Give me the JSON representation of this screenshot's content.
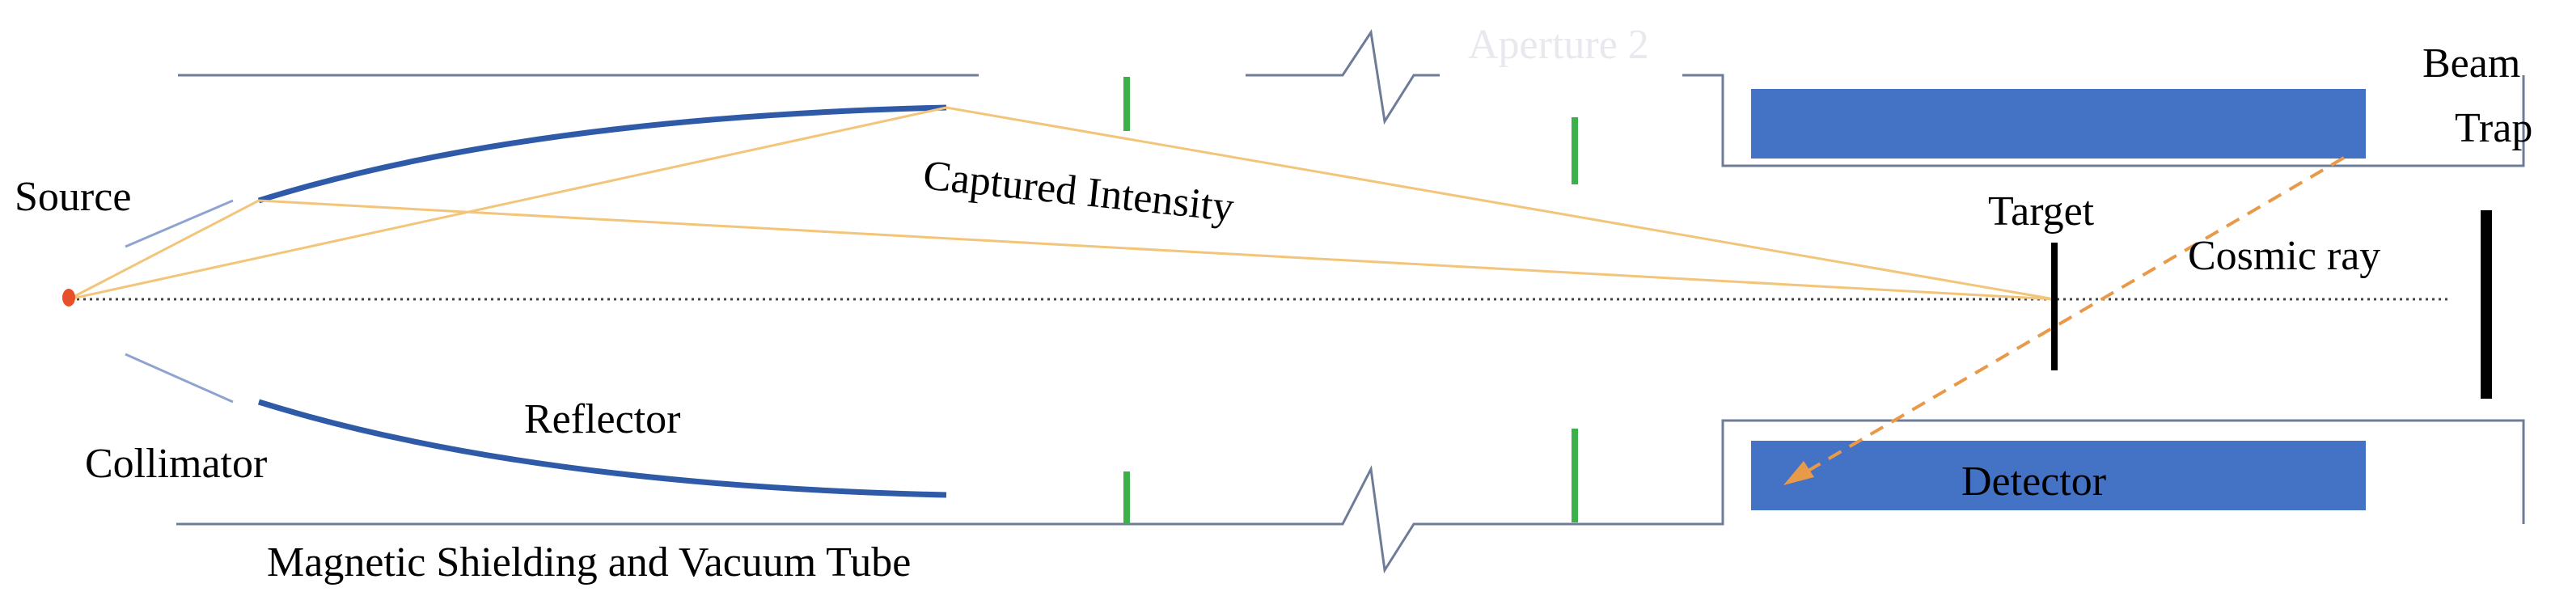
{
  "labels": {
    "source": "Source",
    "collimator": "Collimator",
    "reflector": "Reflector",
    "captured_intensity": "Captured Intensity",
    "shielding": "Magnetic Shielding and Vacuum Tube",
    "aperture": "Aperture 2",
    "target": "Target",
    "beam": "Beam",
    "trap": "Trap",
    "cosmic_ray": "Cosmic ray",
    "detector": "Detector"
  },
  "colors": {
    "reflector": "#2e5aa8",
    "ray": "#f2c57a",
    "cosmic_ray": "#e89a4a",
    "aperture": "#3cb04a",
    "tube": "#6f7c98",
    "block": "#4472c4",
    "source": "#e8502a"
  }
}
